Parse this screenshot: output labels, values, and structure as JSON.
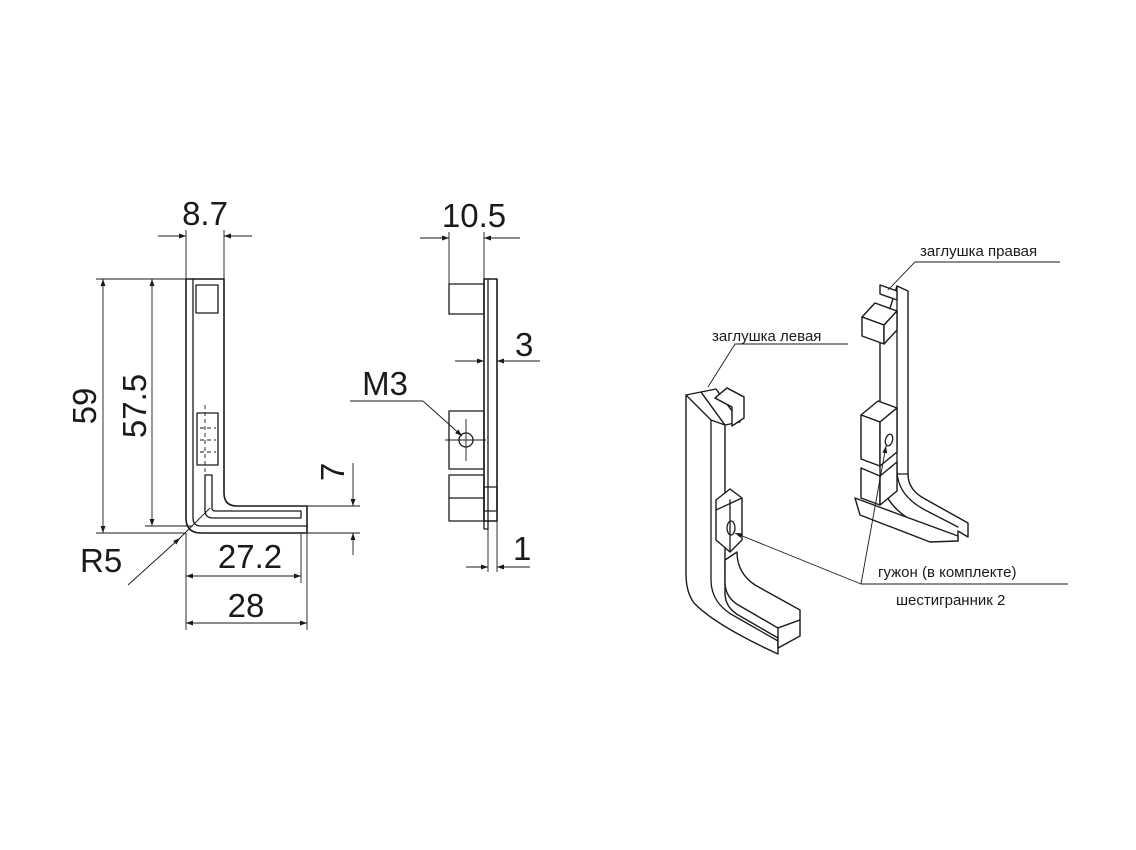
{
  "front_view": {
    "dim_width_top": "8.7",
    "dim_height_total": "59",
    "dim_height_inner": "57.5",
    "dim_radius": "R5",
    "dim_width_inner": "27.2",
    "dim_width_total": "28",
    "dim_foot_height": "7"
  },
  "side_view": {
    "dim_width": "10.5",
    "dim_plate": "3",
    "dim_thread": "M3",
    "dim_step": "1"
  },
  "iso_view": {
    "label_right_cap": "заглушка правая",
    "label_left_cap": "заглушка левая",
    "label_nut": "гужон  (в комплекте)",
    "label_hex": "шестигранник 2"
  }
}
